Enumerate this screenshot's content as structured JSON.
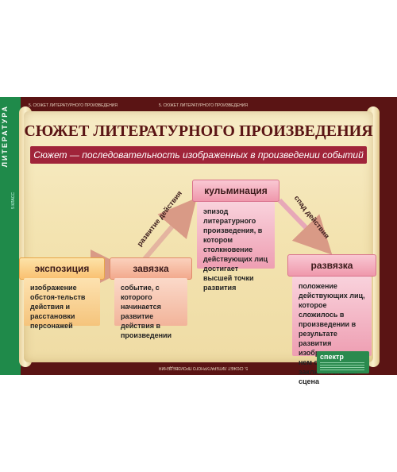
{
  "side": {
    "subject": "ЛИТЕРАТУРА",
    "grade": "5 КЛАСС"
  },
  "captions": {
    "top_left": "5. СЮЖЕТ ЛИТЕРАТУРНОГО ПРОИЗВЕДЕНИЯ",
    "top_center": "5. СЮЖЕТ ЛИТЕРАТУРНОГО ПРОИЗВЕДЕНИЯ",
    "bottom_center": "5. СЮЖЕТ ЛИТЕРАТУРНОГО ПРОИЗВЕДЕНИЯ"
  },
  "title": "СЮЖЕТ ЛИТЕРАТУРНОГО ПРОИЗВЕДЕНИЯ",
  "definition": "Сюжет — последовательность изображенных в произведении событий",
  "stages": {
    "exposition": {
      "label": "экспозиция",
      "text": "изображение обстоя-тельств действия и расстановки персонажей"
    },
    "tie": {
      "label": "завязка",
      "text": "событие, с которого начинается развитие действия в произведении"
    },
    "climax": {
      "label": "кульминация",
      "text": "эпизод литературного произведения, в котором столкновение действующих лиц достигает высшей точки развития"
    },
    "denouement": {
      "label": "развязка",
      "text": "положение действующих лиц, которое сложилось в произведении в результате развития изображенных в нем событий; заключительная сцена"
    }
  },
  "arrows": {
    "rise": "развитие действия",
    "fall": "спад действия"
  },
  "logo": {
    "brand": "спектр"
  },
  "colors": {
    "poster_frame": "#5a1414",
    "side_strip": "#1f8a4a",
    "definition_bar": "#a0243a",
    "parchment": "#f3e3b0"
  }
}
